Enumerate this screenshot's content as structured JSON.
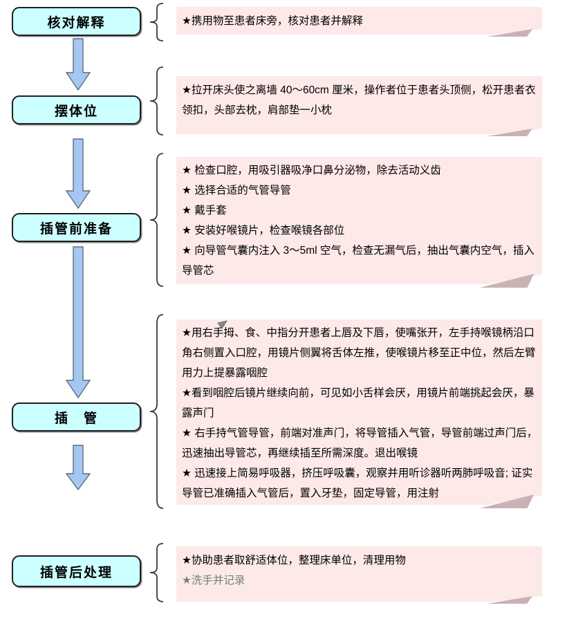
{
  "colors": {
    "node_fill": "#ccffff",
    "note_fill": "#fce9e8",
    "arrow_fill": "#a5c8f2",
    "arrow_stroke": "#5f6c7d",
    "fold": "#c9b2b4",
    "muted_text": "#6e8272"
  },
  "flow": {
    "steps": [
      {
        "label": "核对解释",
        "details": [
          "★携用物至患者床旁，核对患者并解释"
        ]
      },
      {
        "label": "摆体位",
        "details": [
          "★拉开床头使之离墙 40～60cm 厘米，操作者位于患者头顶侧，松开患者衣领扣，头部去枕，肩部垫一小枕"
        ]
      },
      {
        "label": "插管前准备",
        "details": [
          "★ 检查口腔，用吸引器吸净口鼻分泌物，除去活动义齿",
          "★ 选择合适的气管导管",
          "★  戴手套",
          "★ 安装好喉镜片，检查喉镜各部位",
          "★ 向导管气囊内注入 3～5ml 空气，检查无漏气后，抽出气囊内空气，插入导管芯"
        ]
      },
      {
        "label": "插　管",
        "details": [
          "★用右手拇、食、中指分开患者上唇及下唇，使嘴张开，左手持喉镜柄沿口角右侧置入口腔，用镜片侧翼将舌体左推，使喉镜片移至正中位，然后左臂用力上提暴露咽腔",
          "★看到咽腔后镜片继续向前，可见如小舌样会厌，用镜片前端挑起会厌，暴露声门",
          "★ 右手持气管导管，前端对准声门，将导管插入气管，导管前端过声门后，迅速抽出导管芯，再继续插至所需深度。退出喉镜",
          "★ 迅速接上简易呼吸器，挤压呼吸囊，观察并用听诊器听两肺呼吸音; 证实导管已准确插入气管后，置入牙垫，固定导管，用注射"
        ]
      },
      {
        "label": "插管后处理",
        "details": [
          "★协助患者取舒适体位，整理床单位，清理用物",
          "★洗手并记录"
        ]
      }
    ]
  }
}
